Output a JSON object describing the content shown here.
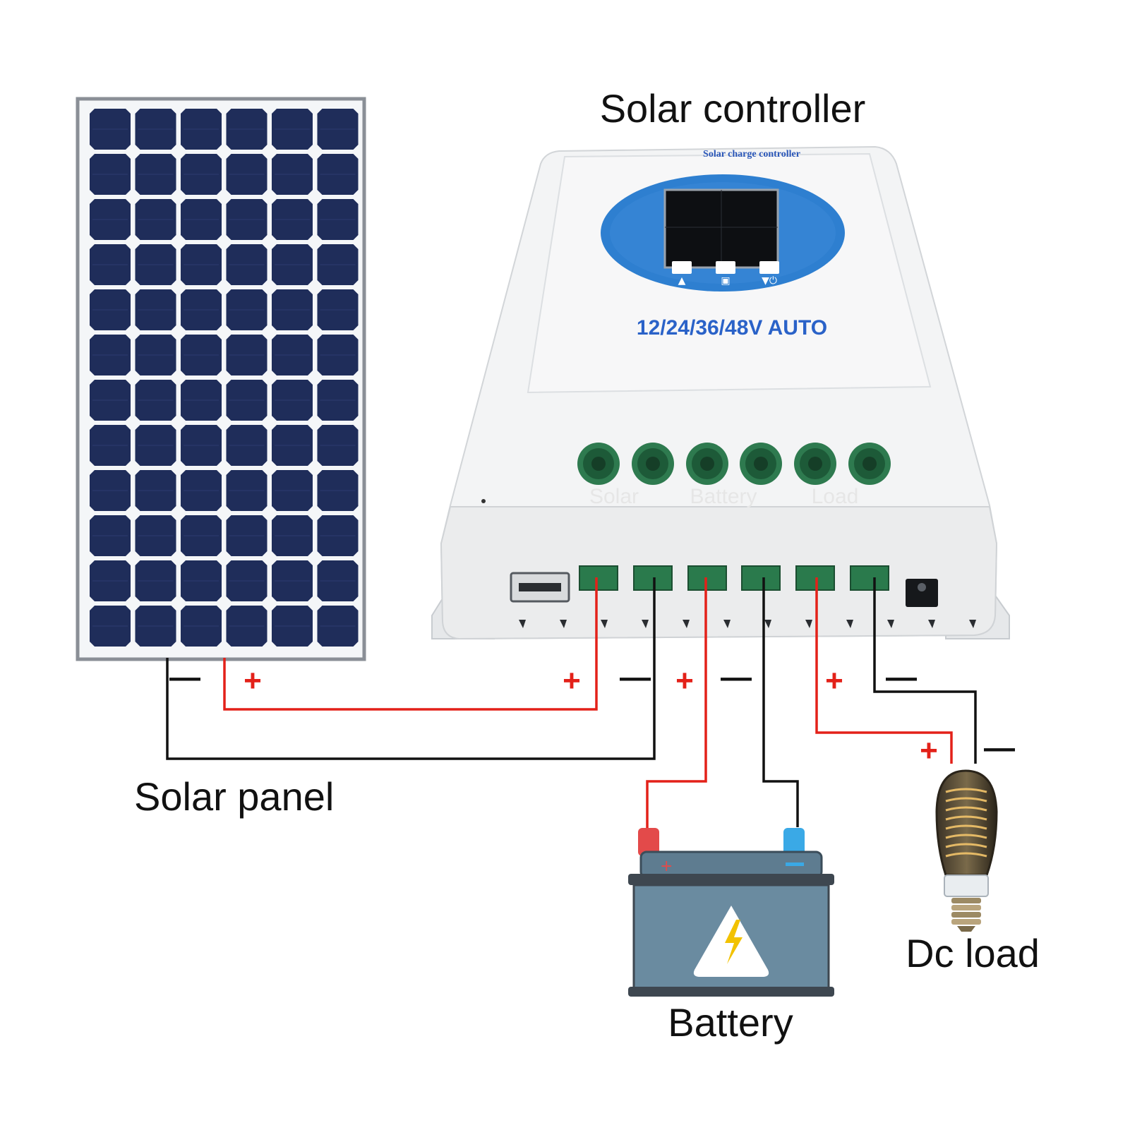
{
  "captions": {
    "solar_controller": "Solar controller",
    "solar_panel": "Solar panel",
    "battery": "Battery",
    "dc_load": "Dc load"
  },
  "controller": {
    "header_text": "Solar charge controller",
    "voltage_text": "12/24/36/48V AUTO",
    "terminal_labels": [
      "Solar",
      "Battery",
      "Load"
    ]
  },
  "polarity": {
    "plus": "+",
    "minus": "—"
  },
  "colors": {
    "positive_wire": "#e32119",
    "negative_wire": "#111111",
    "panel_cell": "#1f2d5a",
    "controller_blue": "#2e7fd0",
    "terminal_green": "#2e7a4f",
    "battery_body": "#607f93",
    "battery_pos_terminal": "#e34a4a",
    "battery_neg_terminal": "#3aa9e6"
  },
  "icons": {
    "battery": "car-battery-icon",
    "load": "light-bulb-icon",
    "warning": "high-voltage-warning-icon"
  }
}
